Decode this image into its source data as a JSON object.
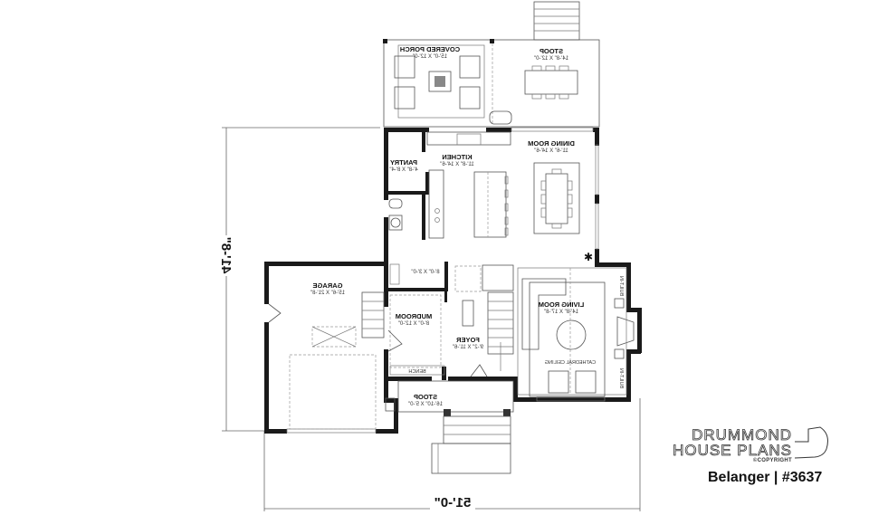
{
  "plan": {
    "name": "Belanger",
    "number": "#3637",
    "title_line": "Belanger | #3637",
    "mirrored": true
  },
  "brand": {
    "line1": "DRUMMOND",
    "line2": "HOUSE PLANS",
    "copyright": "©COPYRIGHT"
  },
  "dimensions": {
    "overall_width": "51'-0\"",
    "overall_depth": "41'-8\""
  },
  "rooms": {
    "covered_porch": {
      "name": "COVERED PORCH",
      "size": "15'-0\" X 12'-0\""
    },
    "stoop_rear": {
      "name": "STOOP",
      "size": "14'-8\" X 12'-0\""
    },
    "dining_room": {
      "name": "DINING ROOM",
      "size": "11'-6\" X 14'-6\""
    },
    "kitchen": {
      "name": "KITCHEN",
      "size": "11'-8\" X 14'-6\""
    },
    "pantry": {
      "name": "PANTRY",
      "size": "4'-8\" X 8'-4\""
    },
    "closet": {
      "name": "",
      "size": "8'-0\" X 3'-0\""
    },
    "garage": {
      "name": "GARAGE",
      "size": "15'-6\" X 21'-8\""
    },
    "mudroom": {
      "name": "MUDROOM",
      "size": "8'-0\" X 12'-0\""
    },
    "foyer": {
      "name": "FOYER",
      "size": "9'-2\" X 11'-6\""
    },
    "living_room": {
      "name": "LIVING ROOM",
      "size": "14'-8\" X 17'-8\""
    },
    "stoop_front": {
      "name": "STOOP",
      "size": "16'-10\" X 5'-0\""
    }
  },
  "notes": {
    "bench": "BENCH",
    "cathedral_ceiling": "CATHEDRAL CEILING",
    "built_in_top": "BUILT-IN",
    "built_in_bottom": "BUILT-IN"
  },
  "colors": {
    "wall": "#1a1a1a",
    "line": "#555555",
    "background": "#ffffff"
  }
}
